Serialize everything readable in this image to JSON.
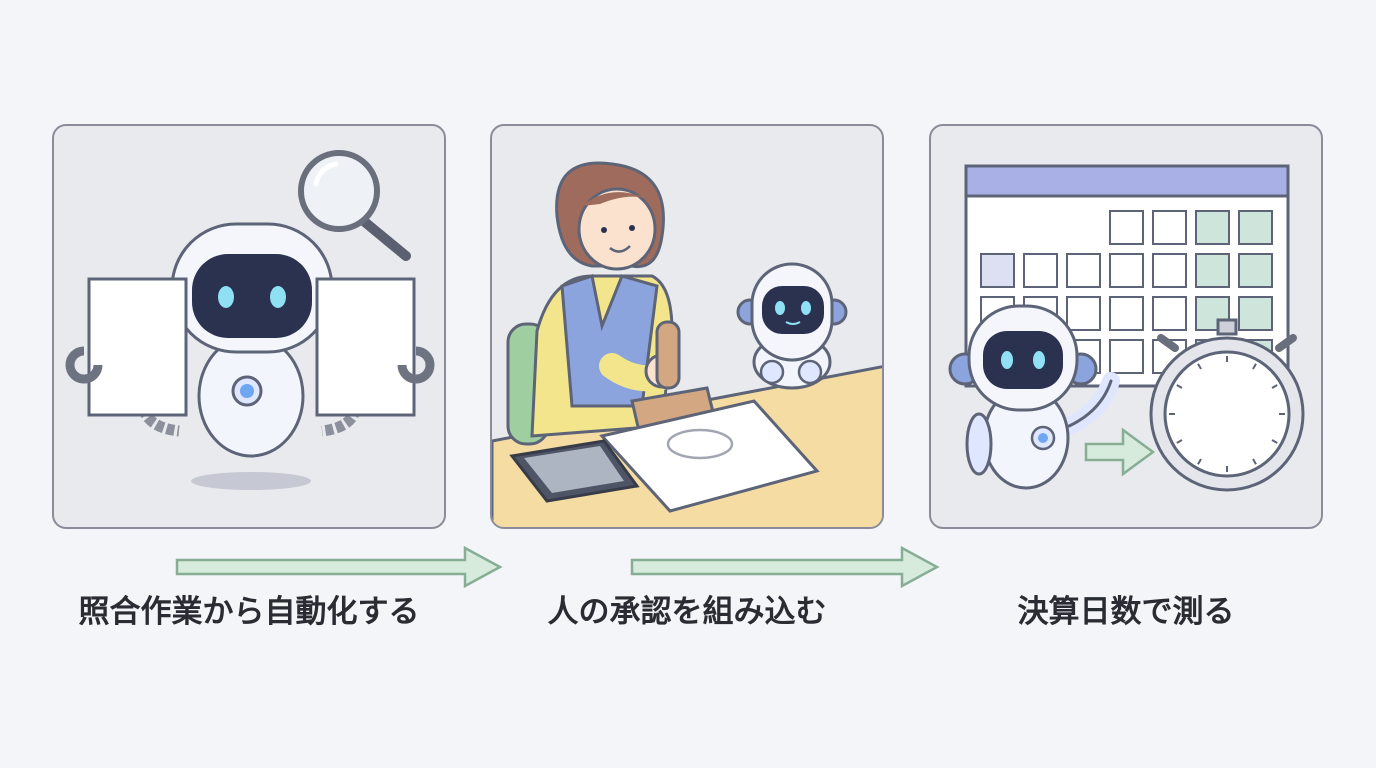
{
  "steps": [
    {
      "label": "照合作業から自動化する",
      "icon": "robot-matching-documents"
    },
    {
      "label": "人の承認を組み込む",
      "icon": "person-stamping-approval"
    },
    {
      "label": "決算日数で測る",
      "icon": "calendar-stopwatch"
    }
  ],
  "colors": {
    "background": "#f3f5f8",
    "panel_border": "#8a8d99",
    "arrow_fill": "#d6ebdc",
    "arrow_stroke": "#87ae94",
    "robot_face": "#2b3250",
    "robot_eye": "#8fe0f2",
    "calendar_header": "#a8b0e6",
    "calendar_highlight": "#cde5da"
  }
}
